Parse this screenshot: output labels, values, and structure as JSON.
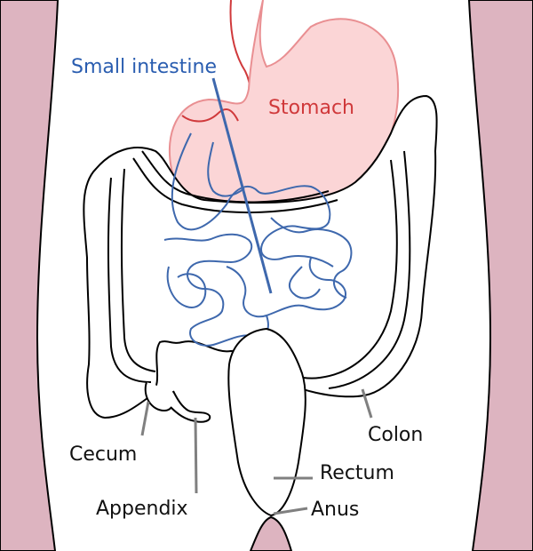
{
  "labels": {
    "small_intestine": "Small intestine",
    "stomach": "Stomach",
    "colon": "Colon",
    "rectum": "Rectum",
    "anus": "Anus",
    "cecum": "Cecum",
    "appendix": "Appendix"
  },
  "colors": {
    "skin_side": "#ddb4c0",
    "stomach_fill": "#fbd5d6",
    "stomach_stroke": "#e98f92",
    "stomach_label": "#d0393b",
    "small_intestine": "#3e68ad",
    "small_intestine_label": "#2a5db0",
    "outline": "#000000",
    "leader_line": "#808080"
  }
}
